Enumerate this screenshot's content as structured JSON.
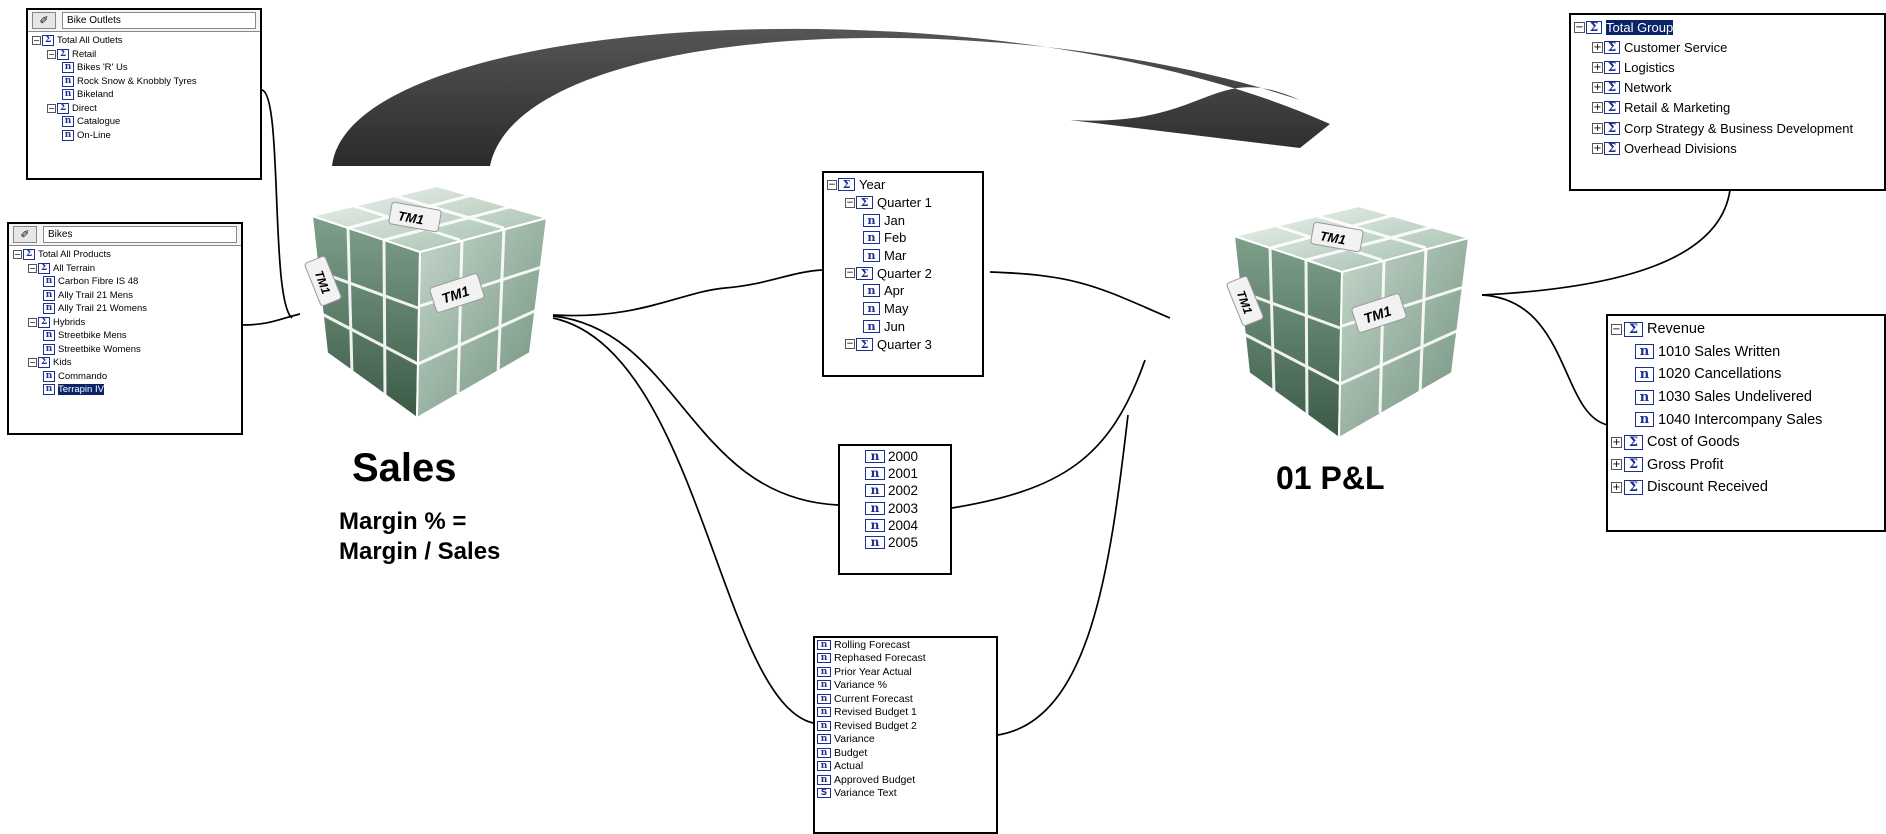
{
  "cubes": {
    "sales": {
      "label": "Sales",
      "caption_line1": "Margin % =",
      "caption_line2": "Margin / Sales",
      "badge": "TM1"
    },
    "pl": {
      "label": "01 P&L",
      "badge": "TM1"
    }
  },
  "outlets_panel": {
    "subset_name": "Bike Outlets",
    "items": [
      {
        "label": "Total All Outlets",
        "depth": 0,
        "expander": "minus",
        "type": "sigma"
      },
      {
        "label": "Retail",
        "depth": 1,
        "expander": "minus",
        "type": "sigma"
      },
      {
        "label": "Bikes 'R' Us",
        "depth": 2,
        "expander": "",
        "type": "n"
      },
      {
        "label": "Rock Snow & Knobbly Tyres",
        "depth": 2,
        "expander": "",
        "type": "n"
      },
      {
        "label": "Bikeland",
        "depth": 2,
        "expander": "",
        "type": "n"
      },
      {
        "label": "Direct",
        "depth": 1,
        "expander": "minus",
        "type": "sigma"
      },
      {
        "label": "Catalogue",
        "depth": 2,
        "expander": "",
        "type": "n"
      },
      {
        "label": "On-Line",
        "depth": 2,
        "expander": "",
        "type": "n"
      }
    ]
  },
  "products_panel": {
    "subset_name": "Bikes",
    "items": [
      {
        "label": "Total All Products",
        "depth": 0,
        "expander": "minus",
        "type": "sigma"
      },
      {
        "label": "All Terrain",
        "depth": 1,
        "expander": "minus",
        "type": "sigma"
      },
      {
        "label": "Carbon Fibre IS 48",
        "depth": 2,
        "expander": "",
        "type": "n"
      },
      {
        "label": "Ally Trail 21 Mens",
        "depth": 2,
        "expander": "",
        "type": "n"
      },
      {
        "label": "Ally Trail 21 Womens",
        "depth": 2,
        "expander": "",
        "type": "n"
      },
      {
        "label": "Hybrids",
        "depth": 1,
        "expander": "minus",
        "type": "sigma"
      },
      {
        "label": "Streetbike Mens",
        "depth": 2,
        "expander": "",
        "type": "n"
      },
      {
        "label": "Streetbike Womens",
        "depth": 2,
        "expander": "",
        "type": "n"
      },
      {
        "label": "Kids",
        "depth": 1,
        "expander": "minus",
        "type": "sigma"
      },
      {
        "label": "Commando",
        "depth": 2,
        "expander": "",
        "type": "n"
      },
      {
        "label": "Terrapin IV",
        "depth": 2,
        "expander": "",
        "type": "n",
        "selected": true
      }
    ]
  },
  "time_panel": {
    "items": [
      {
        "label": "Year",
        "depth": 0,
        "expander": "minus",
        "type": "sigma"
      },
      {
        "label": "Quarter 1",
        "depth": 1,
        "expander": "minus",
        "type": "sigma"
      },
      {
        "label": "Jan",
        "depth": 2,
        "expander": "",
        "type": "n"
      },
      {
        "label": "Feb",
        "depth": 2,
        "expander": "",
        "type": "n"
      },
      {
        "label": "Mar",
        "depth": 2,
        "expander": "",
        "type": "n"
      },
      {
        "label": "Quarter 2",
        "depth": 1,
        "expander": "minus",
        "type": "sigma"
      },
      {
        "label": "Apr",
        "depth": 2,
        "expander": "",
        "type": "n"
      },
      {
        "label": "May",
        "depth": 2,
        "expander": "",
        "type": "n"
      },
      {
        "label": "Jun",
        "depth": 2,
        "expander": "",
        "type": "n"
      },
      {
        "label": "Quarter 3",
        "depth": 1,
        "expander": "minus",
        "type": "sigma"
      }
    ]
  },
  "years_panel": {
    "items": [
      {
        "label": "2000",
        "type": "n"
      },
      {
        "label": "2001",
        "type": "n"
      },
      {
        "label": "2002",
        "type": "n"
      },
      {
        "label": "2003",
        "type": "n"
      },
      {
        "label": "2004",
        "type": "n"
      },
      {
        "label": "2005",
        "type": "n"
      }
    ]
  },
  "versions_panel": {
    "items": [
      {
        "label": "Rolling Forecast",
        "type": "n"
      },
      {
        "label": "Rephased Forecast",
        "type": "n"
      },
      {
        "label": "Prior Year Actual",
        "type": "n"
      },
      {
        "label": "Variance %",
        "type": "n"
      },
      {
        "label": "Current Forecast",
        "type": "n"
      },
      {
        "label": "Revised Budget 1",
        "type": "n"
      },
      {
        "label": "Revised Budget 2",
        "type": "n"
      },
      {
        "label": "Variance",
        "type": "n"
      },
      {
        "label": "Budget",
        "type": "n"
      },
      {
        "label": "Actual",
        "type": "n"
      },
      {
        "label": "Approved Budget",
        "type": "n"
      },
      {
        "label": "Variance Text",
        "type": "s"
      }
    ]
  },
  "group_panel": {
    "items": [
      {
        "label": "Total Group",
        "depth": 0,
        "expander": "minus",
        "type": "sigma",
        "selected": true
      },
      {
        "label": "Customer Service",
        "depth": 1,
        "expander": "plus",
        "type": "sigma"
      },
      {
        "label": "Logistics",
        "depth": 1,
        "expander": "plus",
        "type": "sigma"
      },
      {
        "label": "Network",
        "depth": 1,
        "expander": "plus",
        "type": "sigma"
      },
      {
        "label": "Retail & Marketing",
        "depth": 1,
        "expander": "plus",
        "type": "sigma"
      },
      {
        "label": "Corp Strategy & Business Development",
        "depth": 1,
        "expander": "plus",
        "type": "sigma"
      },
      {
        "label": "Overhead Divisions",
        "depth": 1,
        "expander": "plus",
        "type": "sigma"
      }
    ]
  },
  "accounts_panel": {
    "items": [
      {
        "label": "Revenue",
        "depth": 0,
        "expander": "minus",
        "type": "sigma"
      },
      {
        "label": "1010 Sales Written",
        "depth": 1,
        "expander": "",
        "type": "n"
      },
      {
        "label": "1020 Cancellations",
        "depth": 1,
        "expander": "",
        "type": "n"
      },
      {
        "label": "1030 Sales Undelivered",
        "depth": 1,
        "expander": "",
        "type": "n"
      },
      {
        "label": "1040 Intercompany Sales",
        "depth": 1,
        "expander": "",
        "type": "n"
      },
      {
        "label": "Cost of Goods",
        "depth": 0,
        "expander": "plus",
        "type": "sigma"
      },
      {
        "label": "Gross Profit",
        "depth": 0,
        "expander": "plus",
        "type": "sigma"
      },
      {
        "label": "Discount Received",
        "depth": 0,
        "expander": "plus",
        "type": "sigma"
      }
    ]
  },
  "icons": {
    "sigma": "Σ",
    "n": "n",
    "s": "S",
    "minus": "−",
    "plus": "+",
    "subset": "✐"
  },
  "colors": {
    "arrow": "#3c3c3c",
    "icon_blue": "#1f2f8f",
    "selection": "#0a246a"
  }
}
